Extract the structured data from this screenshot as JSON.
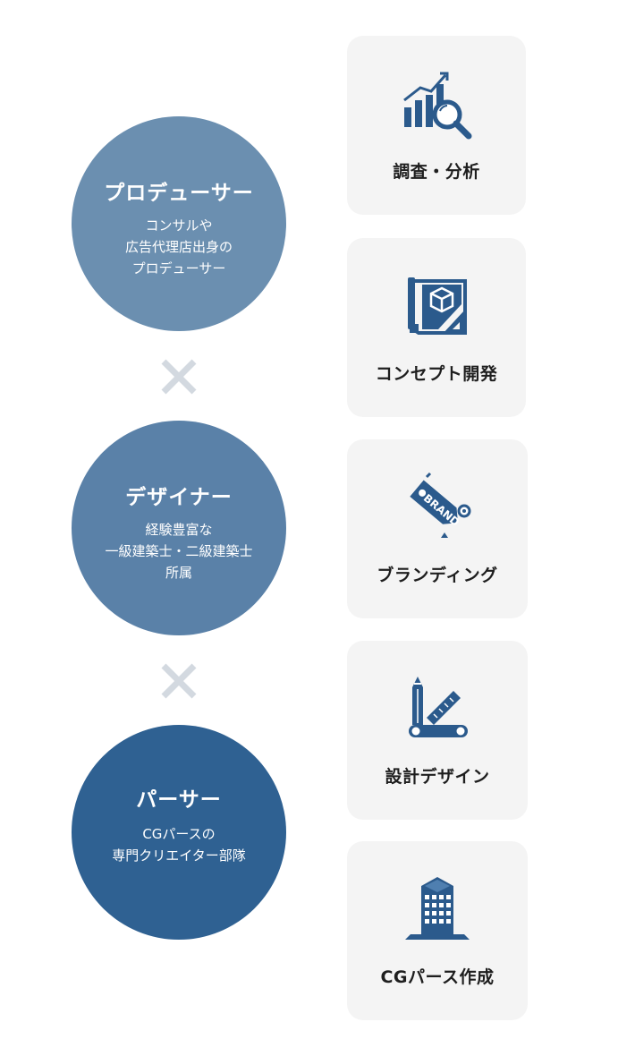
{
  "roles": [
    {
      "title": "プロデューサー",
      "lines": [
        "コンサルや",
        "広告代理店出身の",
        "プロデューサー"
      ]
    },
    {
      "title": "デザイナー",
      "lines": [
        "経験豊富な",
        "一級建築士・二級建築士",
        "所属"
      ]
    },
    {
      "title": "パーサー",
      "lines": [
        "CGパースの",
        "専門クリエイター部隊"
      ]
    }
  ],
  "connector_symbol": "×",
  "services": [
    {
      "label": "調査・分析",
      "icon": "chart-magnifier-icon"
    },
    {
      "label": "コンセプト開発",
      "icon": "blueprint-cube-icon"
    },
    {
      "label": "ブランディング",
      "icon": "brand-tag-icon"
    },
    {
      "label": "設計デザイン",
      "icon": "pencil-ruler-icon"
    },
    {
      "label": "CGパース作成",
      "icon": "building-icon"
    }
  ],
  "brand_tag_text": "BRAND",
  "colors": {
    "circle_1": "#6b8fb0",
    "circle_2": "#5a81a8",
    "circle_3": "#2f6192",
    "icon": "#2b5a8c",
    "times": "#d3d9e0",
    "card_bg": "#f4f4f4"
  }
}
